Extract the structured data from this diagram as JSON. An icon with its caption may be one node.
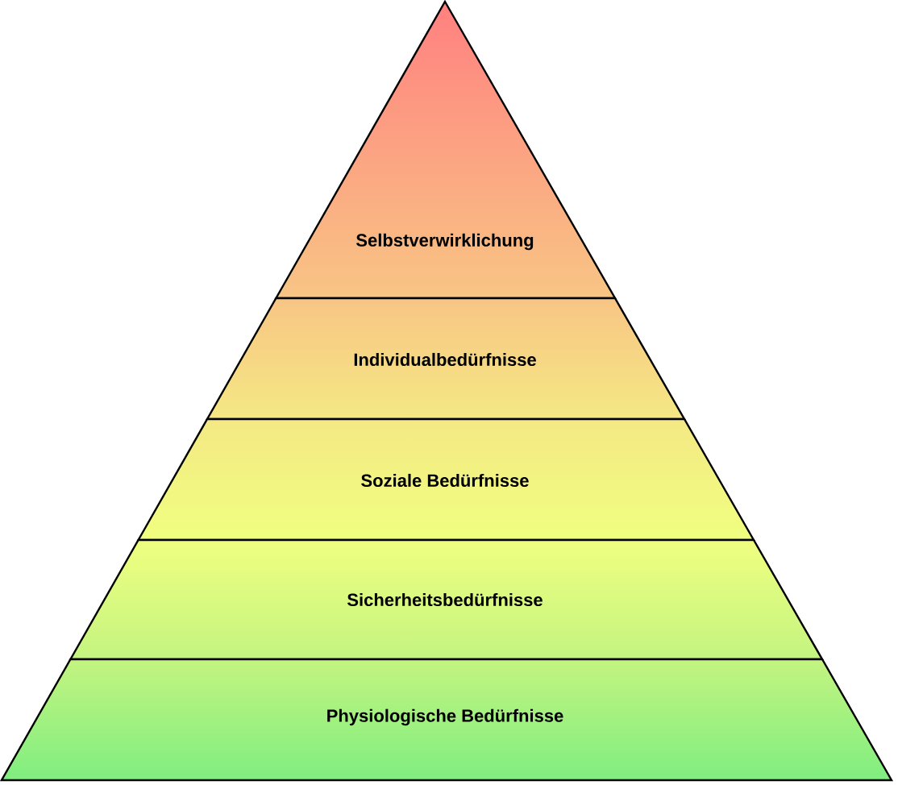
{
  "diagram": {
    "nodes": [
      {
        "text": [
          "Selbstverwirklichung"
        ]
      },
      {
        "text": [
          "Individualbedürfnisse"
        ]
      },
      {
        "text": [
          "Soziale Bedürfnisse"
        ]
      },
      {
        "text": [
          "Sicherheitsbedürfnisse"
        ]
      },
      {
        "text": [
          "Physiologische Bedürfnisse"
        ]
      }
    ]
  }
}
